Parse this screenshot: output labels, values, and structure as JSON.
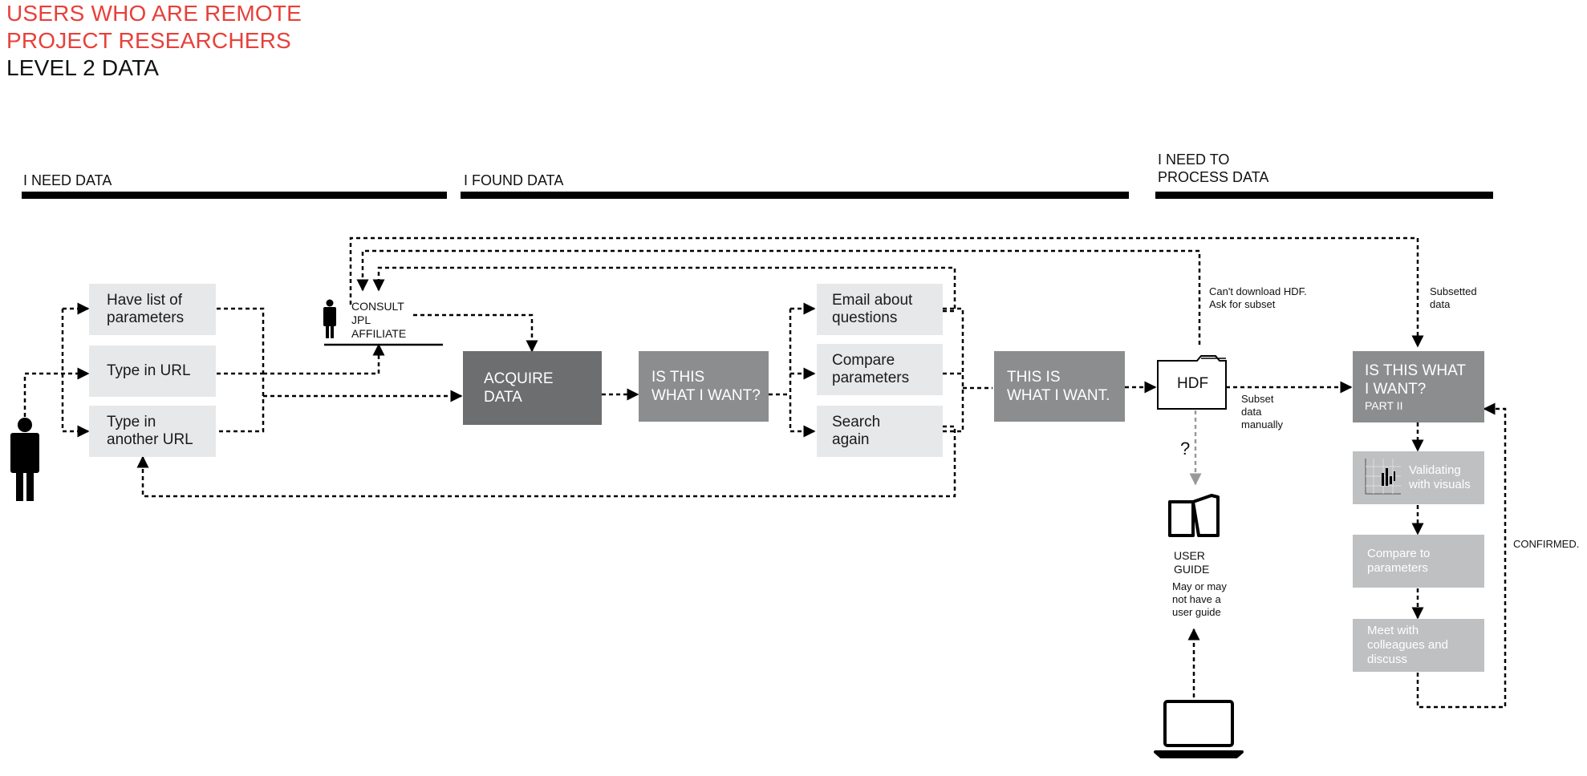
{
  "title": {
    "line1": "USERS WHO ARE REMOTE",
    "line2": "PROJECT RESEARCHERS",
    "line3": "LEVEL 2 DATA"
  },
  "phases": {
    "need": "I NEED DATA",
    "found": "I FOUND DATA",
    "process": "I NEED TO\nPROCESS DATA"
  },
  "steps": {
    "have_list": "Have list of\nparameters",
    "type_url": "Type in URL",
    "type_another": "Type in\nanother URL",
    "consult": "CONSULT\nJPL\nAFFILIATE",
    "acquire": "ACQUIRE\nDATA",
    "is_this_1": "IS THIS\nWHAT I WANT?",
    "email": "Email about\nquestions",
    "compare": "Compare\nparameters",
    "search_again": "Search\nagain",
    "this_is": "THIS IS\nWHAT I WANT.",
    "hdf": "HDF",
    "is_this_2": "IS THIS WHAT\nI WANT?",
    "is_this_2_sub": "PART II",
    "validating": "Validating\nwith visuals",
    "compare_to": "Compare to\nparameters",
    "meet": "Meet with\ncolleagues and\ndiscuss"
  },
  "notes": {
    "cant_download": "Can't download HDF.\nAsk for subset",
    "subsetted": "Subsetted\ndata",
    "subset_manually": "Subset\ndata\nmanually",
    "question_mark": "?",
    "user_guide": "USER\nGUIDE",
    "may_not": "May or may\nnot have a\nuser guide",
    "confirmed": "CONFIRMED."
  },
  "colors": {
    "title_red": "#e8403a",
    "light_box": "#e7e8e9",
    "mid_box": "#8c8d8f",
    "dark_box": "#6d6e70",
    "pale_box": "#bfc0c2"
  },
  "icons": [
    "person-icon",
    "small-person-icon",
    "folder-icon",
    "book-icon",
    "laptop-icon",
    "chart-icon"
  ]
}
